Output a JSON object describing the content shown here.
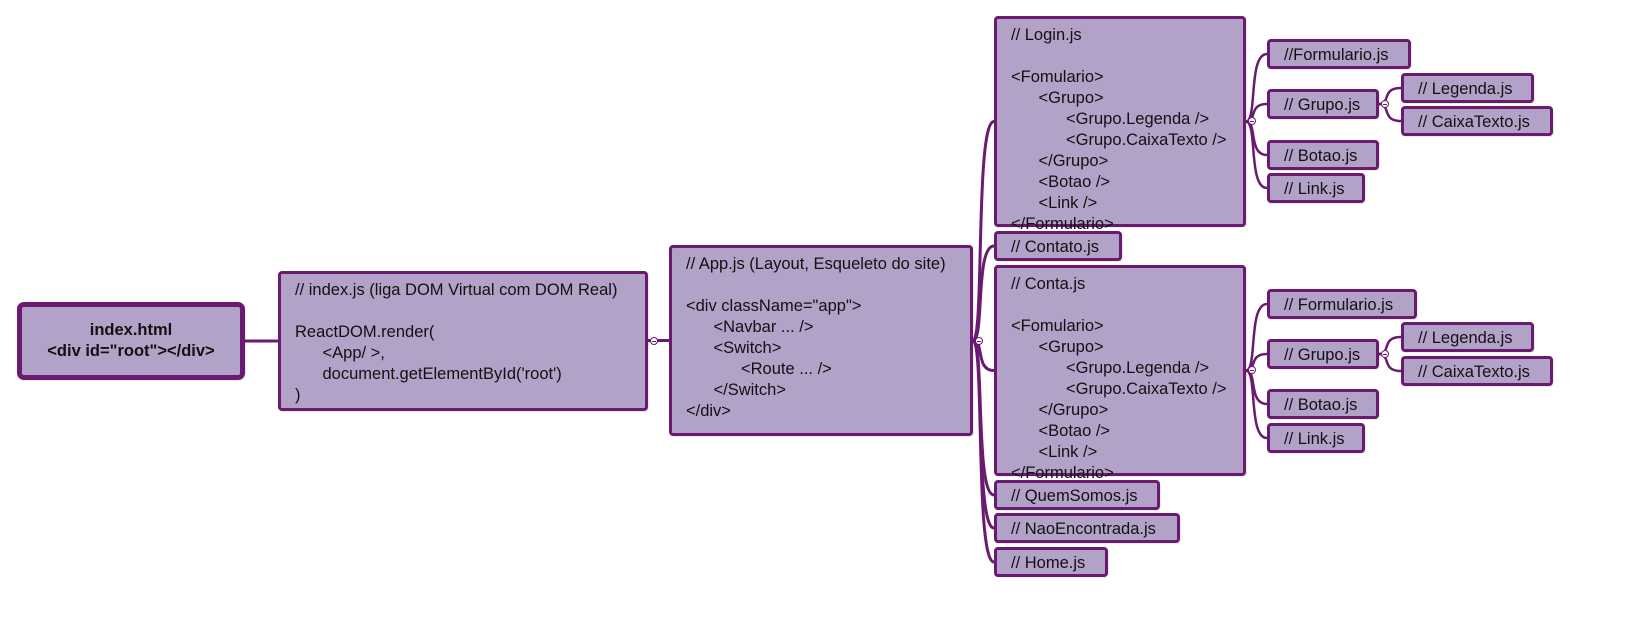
{
  "diagram": {
    "nodes": {
      "index_html": "index.html\n<div id=\"root\"></div>",
      "index_js": "// index.js (liga DOM Virtual com DOM Real)\n\nReactDOM.render(\n      <App/ >,\n      document.getElementById('root')\n)",
      "app_js": "// App.js (Layout, Esqueleto do site)\n\n<div className=\"app\">\n      <Navbar ... />\n      <Switch>\n            <Route ... />\n      </Switch>\n</div>",
      "login_js": "// Login.js\n\n<Fomulario>\n      <Grupo>\n            <Grupo.Legenda />\n            <Grupo.CaixaTexto />\n      </Grupo>\n      <Botao />\n      <Link />\n</Formulario>",
      "contato_js": "// Contato.js",
      "conta_js": "// Conta.js\n\n<Fomulario>\n      <Grupo>\n            <Grupo.Legenda />\n            <Grupo.CaixaTexto />\n      </Grupo>\n      <Botao />\n      <Link />\n</Formulario>",
      "quemsomos_js": "// QuemSomos.js",
      "naoencontrada_js": "// NaoEncontrada.js",
      "home_js": "// Home.js",
      "login_formulario": "//Formulario.js",
      "login_grupo": "// Grupo.js",
      "login_botao": "// Botao.js",
      "login_link": "// Link.js",
      "login_legenda": "// Legenda.js",
      "login_caixatexto": "// CaixaTexto.js",
      "conta_formulario": "// Formulario.js",
      "conta_grupo": "// Grupo.js",
      "conta_botao": "// Botao.js",
      "conta_link": "// Link.js",
      "conta_legenda": "// Legenda.js",
      "conta_caixatexto": "// CaixaTexto.js"
    },
    "colors": {
      "node_fill": "#b3a2c8",
      "node_border": "#6a1b70",
      "connector": "#6a1b70"
    }
  }
}
